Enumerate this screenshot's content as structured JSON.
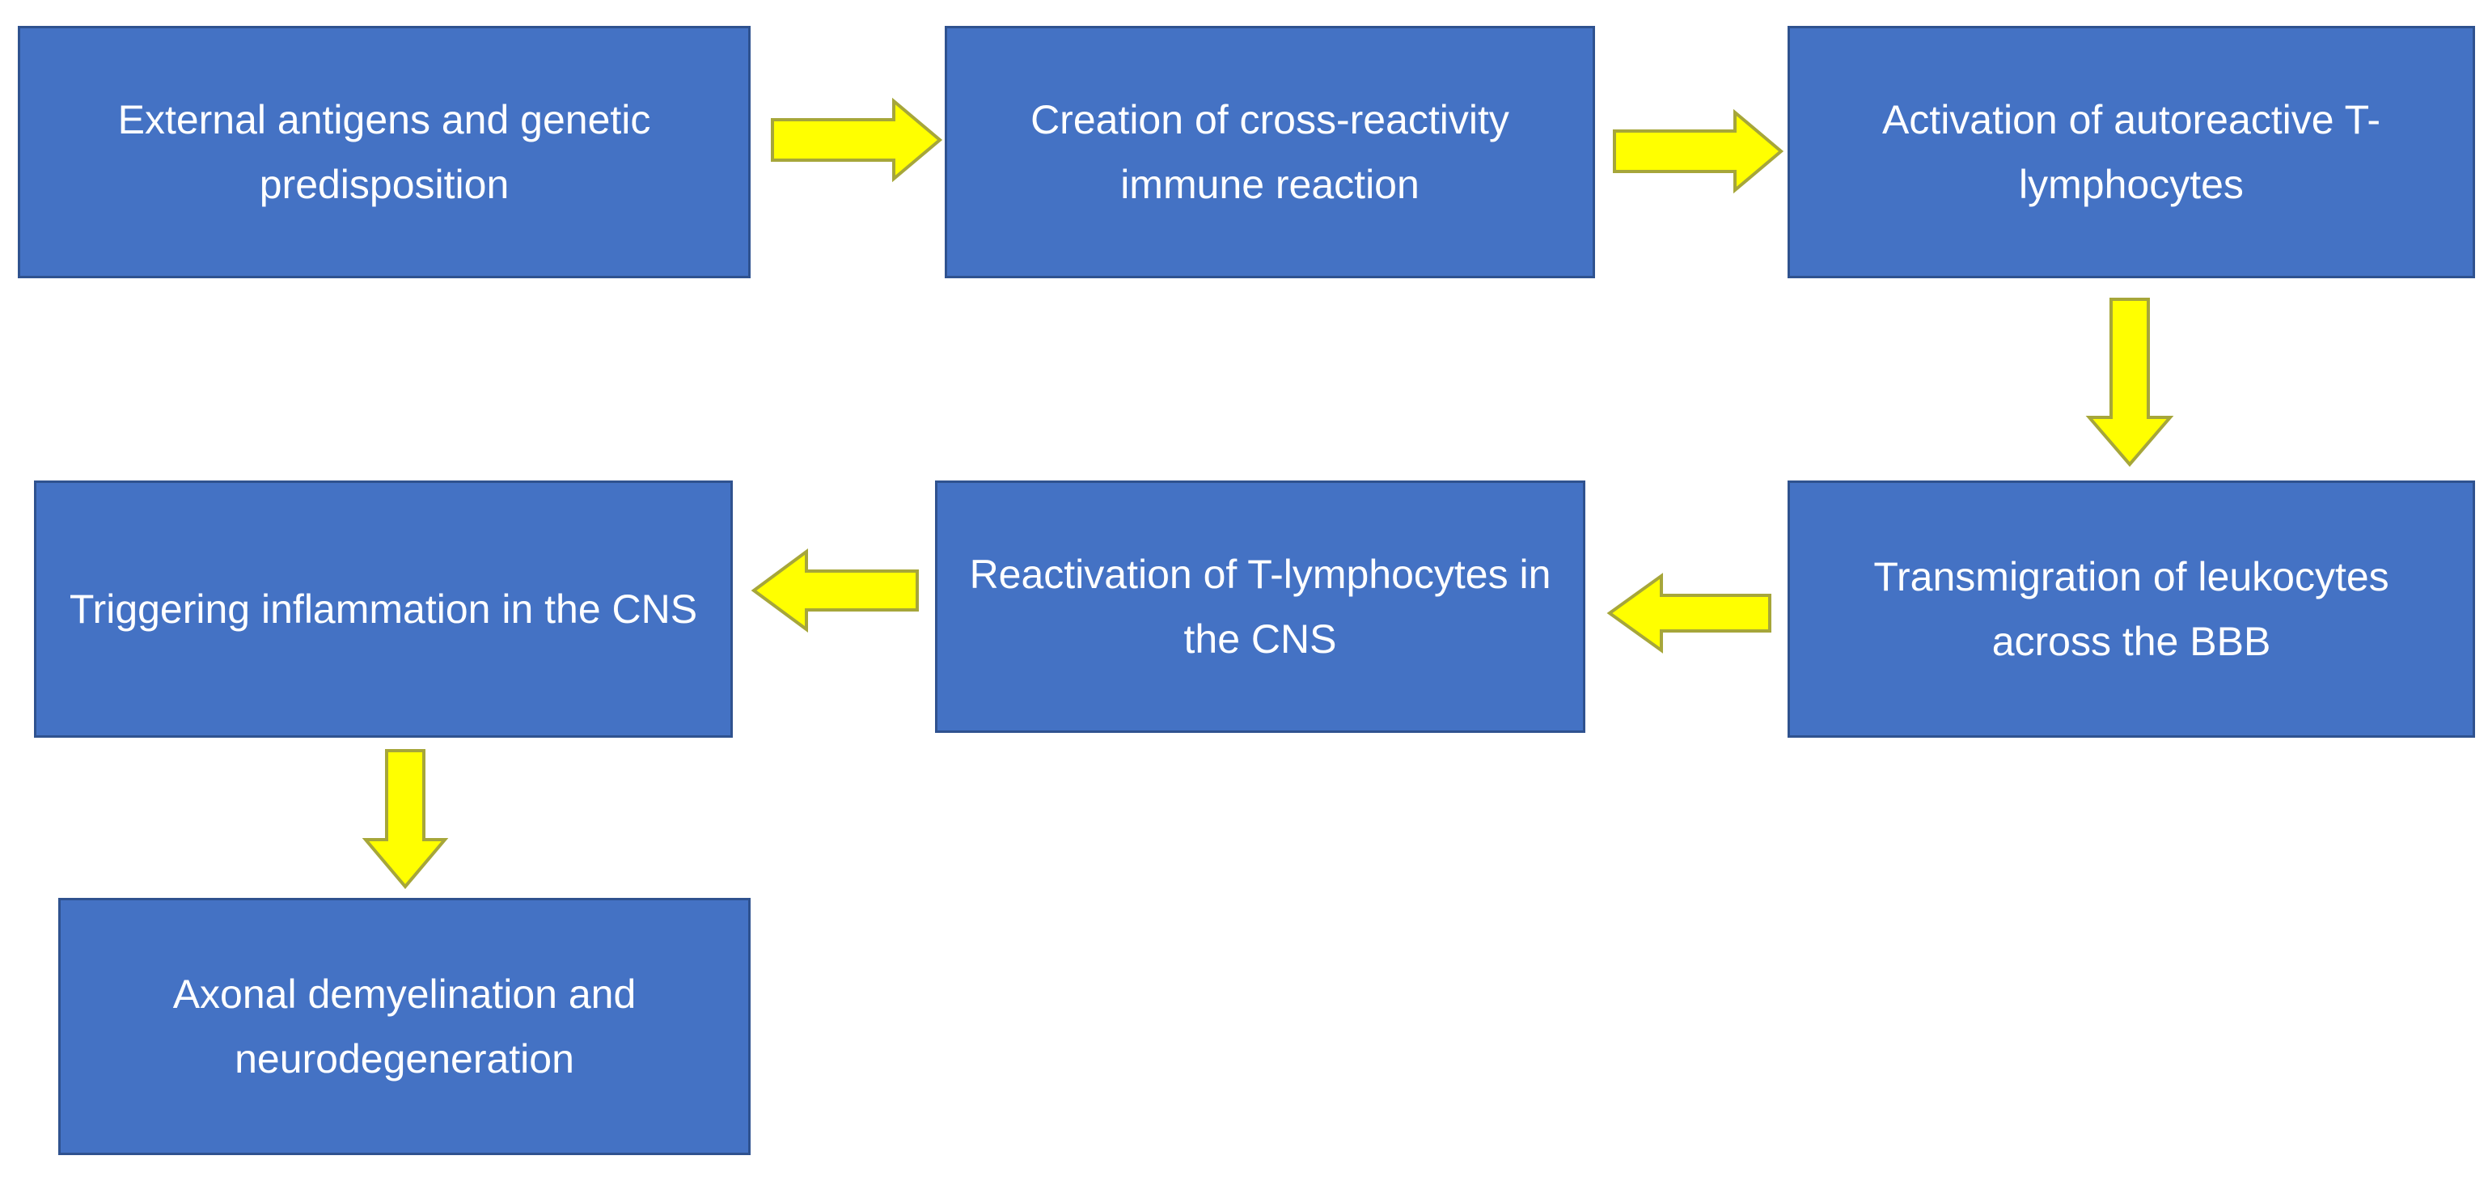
{
  "steps": [
    {
      "id": "b1",
      "text": "External antigens and genetic predisposition"
    },
    {
      "id": "b2",
      "text": "Creation of cross-reactivity immune reaction"
    },
    {
      "id": "b3",
      "text": "Activation of autoreactive T-lymphocytes"
    },
    {
      "id": "b4",
      "text": "Transmigration of leukocytes across the BBB"
    },
    {
      "id": "b5",
      "text": "Reactivation of T-lymphocytes in the CNS"
    },
    {
      "id": "b6",
      "text": "Triggering inflammation in the CNS"
    },
    {
      "id": "b7",
      "text": "Axonal demyelination and neurodegeneration"
    }
  ],
  "connections": [
    {
      "from": "b1",
      "to": "b2",
      "direction": "right"
    },
    {
      "from": "b2",
      "to": "b3",
      "direction": "right"
    },
    {
      "from": "b3",
      "to": "b4",
      "direction": "down"
    },
    {
      "from": "b4",
      "to": "b5",
      "direction": "left"
    },
    {
      "from": "b5",
      "to": "b6",
      "direction": "left"
    },
    {
      "from": "b6",
      "to": "b7",
      "direction": "down"
    }
  ],
  "colors": {
    "box_fill": "#4472c4",
    "box_border": "#2f528f",
    "box_text": "#ffffff",
    "arrow_fill": "#ffff00",
    "arrow_border": "#a6a63a"
  }
}
